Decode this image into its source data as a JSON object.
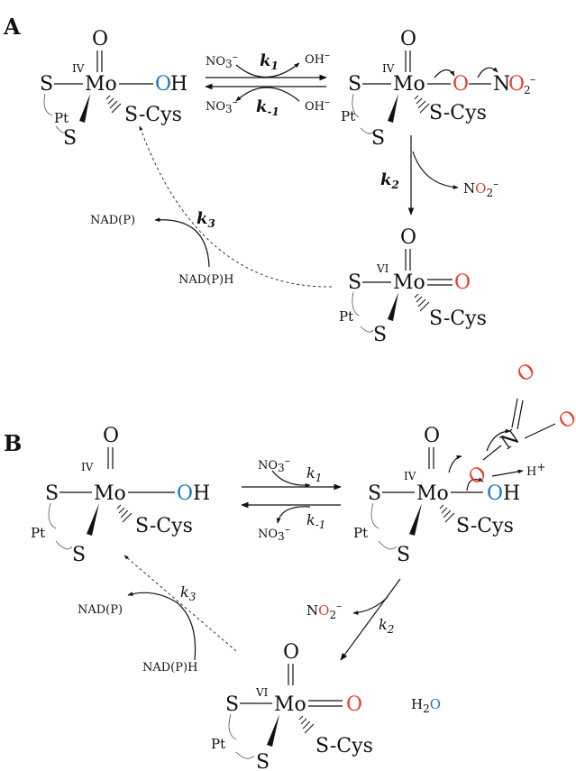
{
  "panels": {
    "a": "A",
    "b": "B"
  },
  "atoms": {
    "mo": "Mo",
    "o": "O",
    "oh_o": "O",
    "oh_h": "H",
    "s": "S",
    "scys": "S-Cys",
    "pt": "Pt",
    "n": "N",
    "h2o_h": "H",
    "h2o_sub": "2",
    "h2o_o": "O",
    "h": "H",
    "plus": "+"
  },
  "oxidation": {
    "iv": "IV",
    "vi": "VI"
  },
  "species": {
    "no3": "NO",
    "no3_sub": "3",
    "no3_charge": "–",
    "oh_minus": "OH",
    "minus": "–",
    "no2_n": "N",
    "no2_o": "O",
    "no2_sub": "2",
    "no2_charge": "–",
    "nadp": "NAD(P)",
    "nadph": "NAD(P)H"
  },
  "rates": {
    "k": "k",
    "s1": "1",
    "sm1": "-1",
    "s2": "2",
    "s3": "3"
  },
  "colors": {
    "oxygen": "#e8402a",
    "hydroxyl": "#1a78b8"
  }
}
